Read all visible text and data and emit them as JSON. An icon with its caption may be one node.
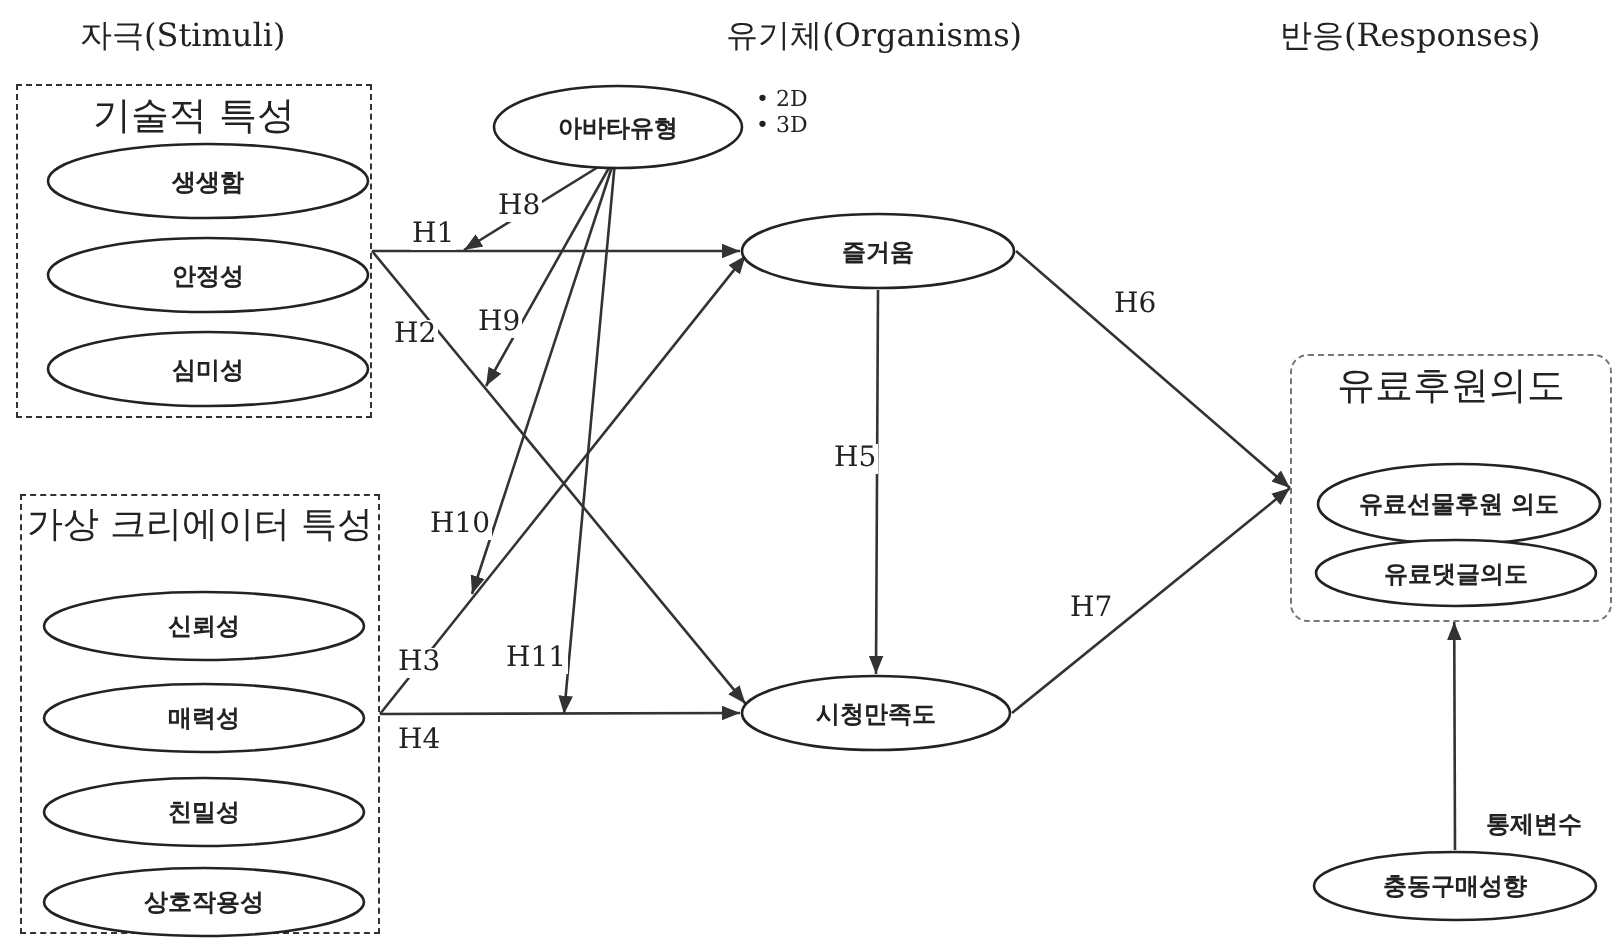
{
  "diagram": {
    "nodes": [
      {
        "text": [
          "기술적 특성"
        ]
      },
      {
        "text": [
          "생생함"
        ],
        "in": 0
      },
      {
        "text": [
          "안정성"
        ],
        "in": 0
      },
      {
        "text": [
          "심미성"
        ],
        "in": 0
      },
      {
        "text": [
          "가상 크리에이터 특성"
        ]
      },
      {
        "text": [
          "신뢰성"
        ],
        "in": 4
      },
      {
        "text": [
          "매력성"
        ],
        "in": 4
      },
      {
        "text": [
          "친밀성"
        ],
        "in": 4
      },
      {
        "text": [
          "상호작용성"
        ],
        "in": 4
      },
      {
        "text": [
          "아바타유형"
        ],
        "beside": [
          "• 2D",
          "• 3D"
        ]
      },
      {
        "text": [
          "즐거움"
        ]
      },
      {
        "text": [
          "시청만족도"
        ]
      },
      {
        "text": [
          "유료후원의도"
        ]
      },
      {
        "text": [
          "유료선물후원 의도"
        ],
        "in": 12
      },
      {
        "text": [
          "유료댓글의도"
        ],
        "in": 12
      },
      {
        "text": [
          "충동구매성향"
        ]
      }
    ],
    "edges": [
      {
        "from": 0,
        "to": 10,
        "arrow": "to",
        "label": "H1"
      },
      {
        "from": 0,
        "to": 11,
        "arrow": "to",
        "label": "H2"
      },
      {
        "from": 4,
        "to": 10,
        "arrow": "to",
        "label": "H3"
      },
      {
        "from": 4,
        "to": 11,
        "arrow": "to",
        "label": "H4"
      },
      {
        "from": 10,
        "to": 11,
        "arrow": "to",
        "label": "H5"
      },
      {
        "from": 10,
        "to": 12,
        "arrow": "to",
        "label": "H6"
      },
      {
        "from": 11,
        "to": 12,
        "arrow": "to",
        "label": "H7"
      },
      {
        "from": 9,
        "to": null,
        "arrow": "to",
        "label": "H8"
      },
      {
        "from": 9,
        "to": null,
        "arrow": "to",
        "label": "H9"
      },
      {
        "from": 9,
        "to": null,
        "arrow": "to",
        "label": "H10"
      },
      {
        "from": 9,
        "to": null,
        "arrow": "to",
        "label": "H11"
      },
      {
        "from": 15,
        "to": 12,
        "arrow": "to",
        "label": "통제변수"
      }
    ],
    "labels": [
      "자극(Stimuli)",
      "유기체(Organisms)",
      "반응(Responses)"
    ]
  }
}
